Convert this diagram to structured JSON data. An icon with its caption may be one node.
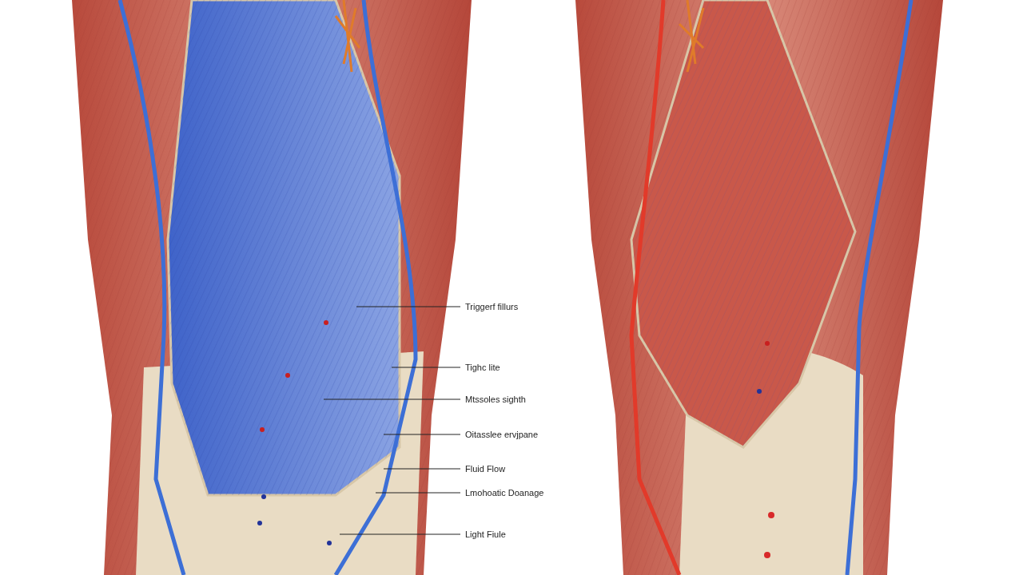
{
  "diagram": {
    "nodes": [
      {
        "text": [
          "Triggerf fillurs"
        ]
      },
      {
        "text": [
          "Tighc lite"
        ]
      },
      {
        "text": [
          "Mtssoles sighth"
        ]
      },
      {
        "text": [
          "Oitasslee ervjpane"
        ]
      },
      {
        "text": [
          "Fluid Flow"
        ]
      },
      {
        "text": [
          "Lmohoatic Doanage"
        ]
      },
      {
        "text": [
          "Light Fiule"
        ]
      }
    ],
    "edges": [
      {
        "from": 0,
        "to": null,
        "arrow": "none"
      },
      {
        "from": 1,
        "to": null,
        "arrow": "none"
      },
      {
        "from": 2,
        "to": null,
        "arrow": "none"
      },
      {
        "from": 3,
        "to": null,
        "arrow": "none"
      },
      {
        "from": 4,
        "to": null,
        "arrow": "none"
      },
      {
        "from": 5,
        "to": null,
        "arrow": "none"
      },
      {
        "from": 6,
        "to": null,
        "arrow": "none"
      }
    ]
  }
}
